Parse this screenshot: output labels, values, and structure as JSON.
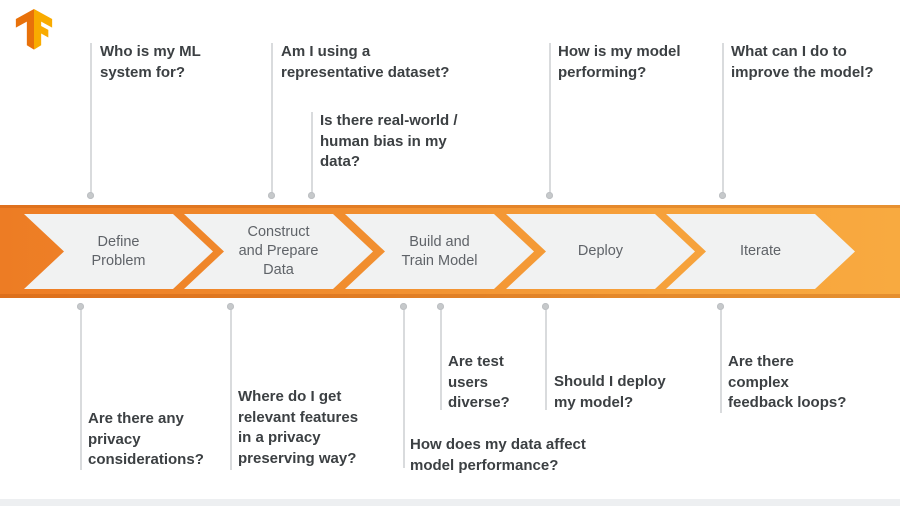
{
  "logo": {
    "name": "tensorflow-logo"
  },
  "colors": {
    "band_gradient_left": "#ED7C24",
    "band_gradient_right": "#F8AA40",
    "chevron_fill": "#F1F2F2",
    "stage_text": "#5F6368",
    "question_text": "#3C4043",
    "connector_line": "#D9DBDD",
    "connector_dot": "#C6C9CB",
    "logo_dark": "#E8710A",
    "logo_light": "#F9AB00"
  },
  "stages": [
    {
      "label": "Define\nProblem"
    },
    {
      "label": "Construct\nand Prepare\nData"
    },
    {
      "label": "Build and\nTrain Model"
    },
    {
      "label": "Deploy"
    },
    {
      "label": "Iterate"
    }
  ],
  "top_questions": [
    {
      "text": "Who is my ML\nsystem for?"
    },
    {
      "text": "Am I using a\nrepresentative dataset?"
    },
    {
      "text": "Is there real-world /\nhuman bias in my\ndata?"
    },
    {
      "text": "How is my model\nperforming?"
    },
    {
      "text": "What can I do to\nimprove the model?"
    }
  ],
  "bottom_questions": [
    {
      "text": "Are there any\nprivacy\nconsiderations?"
    },
    {
      "text": "Where do I get\nrelevant features\nin a privacy\npreserving way?"
    },
    {
      "text": "Are test\nusers\ndiverse?"
    },
    {
      "text": "How does my data affect\nmodel performance?"
    },
    {
      "text": "Should I deploy\nmy model?"
    },
    {
      "text": "Are there\ncomplex\nfeedback loops?"
    }
  ]
}
